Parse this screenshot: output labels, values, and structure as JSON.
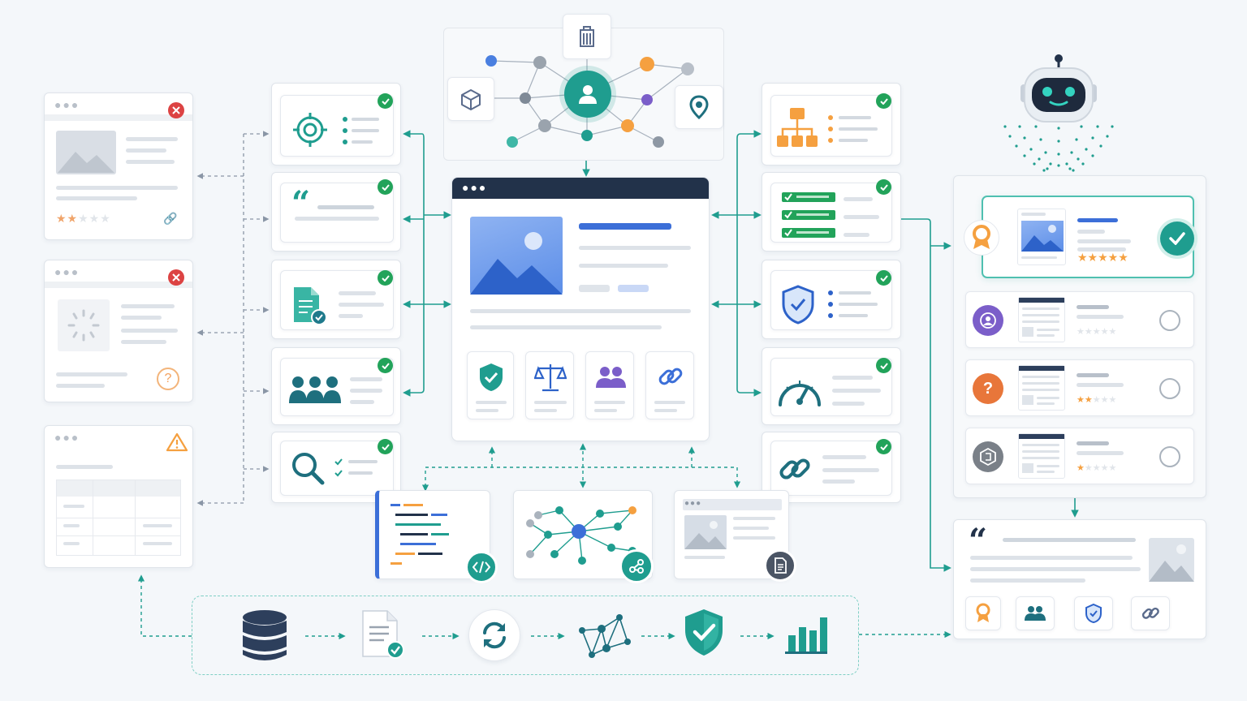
{
  "colors": {
    "teal": "#1f9d8f",
    "navy": "#22324a",
    "blue": "#3c6fd8",
    "green": "#22a35a",
    "red": "#dc4343",
    "orange": "#f5a040",
    "purple": "#7b5ec9"
  },
  "left_panels": [
    {
      "status": "error",
      "icon": "close-icon",
      "stars_filled": 2,
      "stars_total": 5
    },
    {
      "status": "error",
      "icon": "close-icon",
      "secondary": "question-icon"
    },
    {
      "status": "warning",
      "icon": "warning-icon"
    }
  ],
  "left_features": [
    {
      "icon": "target-icon",
      "verified": true
    },
    {
      "icon": "quote-icon",
      "verified": true
    },
    {
      "icon": "document-check-icon",
      "verified": true
    },
    {
      "icon": "users-icon",
      "verified": true
    },
    {
      "icon": "search-icon",
      "verified": true
    }
  ],
  "right_features": [
    {
      "icon": "hierarchy-icon",
      "verified": true
    },
    {
      "icon": "checklist-icon",
      "verified": true
    },
    {
      "icon": "shield-icon",
      "verified": true
    },
    {
      "icon": "gauge-icon",
      "verified": true
    },
    {
      "icon": "link-icon",
      "verified": true
    }
  ],
  "knowledge_graph": {
    "center_icon": "user-icon",
    "satellites": [
      "building-icon",
      "cube-icon",
      "location-pin-icon"
    ]
  },
  "main_page": {
    "tiles": [
      "shield-check-icon",
      "scales-icon",
      "users-icon",
      "link-icon"
    ]
  },
  "sources": [
    "code-icon",
    "graph-icon",
    "document-icon"
  ],
  "pipeline": [
    "database-icon",
    "document-check-icon",
    "refresh-icon",
    "network-icon",
    "shield-check-icon",
    "bar-chart-icon"
  ],
  "ai_assistant": {
    "icon": "robot-icon"
  },
  "results": [
    {
      "icon": "award-icon",
      "rating": 5,
      "selected": true
    },
    {
      "icon": "user-icon",
      "rating": 0,
      "selected": false
    },
    {
      "icon": "question-icon",
      "rating": 2,
      "selected": false
    },
    {
      "icon": "badge-icon",
      "rating": 1,
      "selected": false
    }
  ],
  "answer_card": {
    "icons": [
      "quote-icon",
      "award-icon",
      "users-icon",
      "shield-icon",
      "link-icon"
    ]
  }
}
